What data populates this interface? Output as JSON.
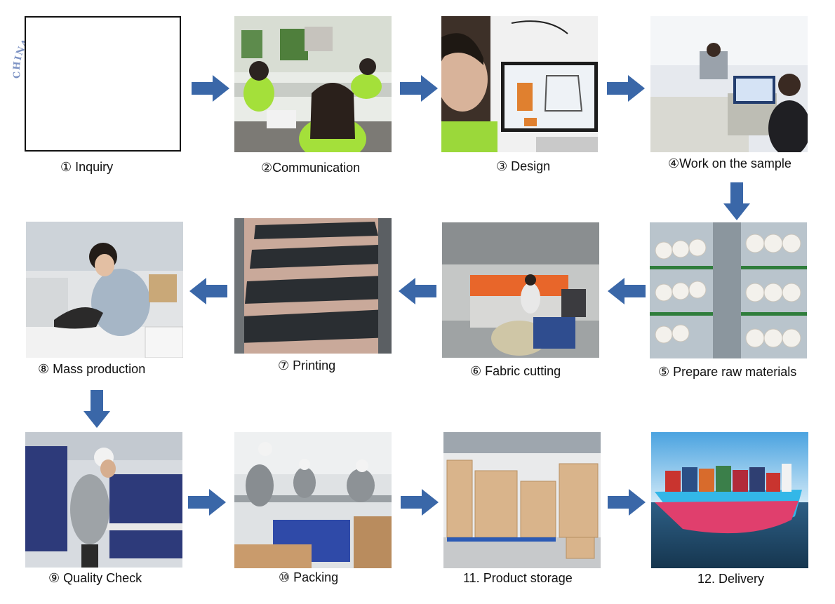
{
  "logo": {
    "text": "CHINA-AFRICA BEST TRADING PLATFORM"
  },
  "steps": [
    {
      "label": "① Inquiry"
    },
    {
      "label": "②Communication"
    },
    {
      "label": "③ Design"
    },
    {
      "label": "④Work on the sample"
    },
    {
      "label": "⑤ Prepare raw materials"
    },
    {
      "label": "⑥ Fabric cutting"
    },
    {
      "label": "⑦ Printing"
    },
    {
      "label": "⑧ Mass production"
    },
    {
      "label": "⑨ Quality Check"
    },
    {
      "label": "⑩ Packing"
    },
    {
      "label": "11. Product storage"
    },
    {
      "label": "12. Delivery"
    }
  ],
  "colors": {
    "arrow": "#3a67a8",
    "label": "#111111"
  }
}
